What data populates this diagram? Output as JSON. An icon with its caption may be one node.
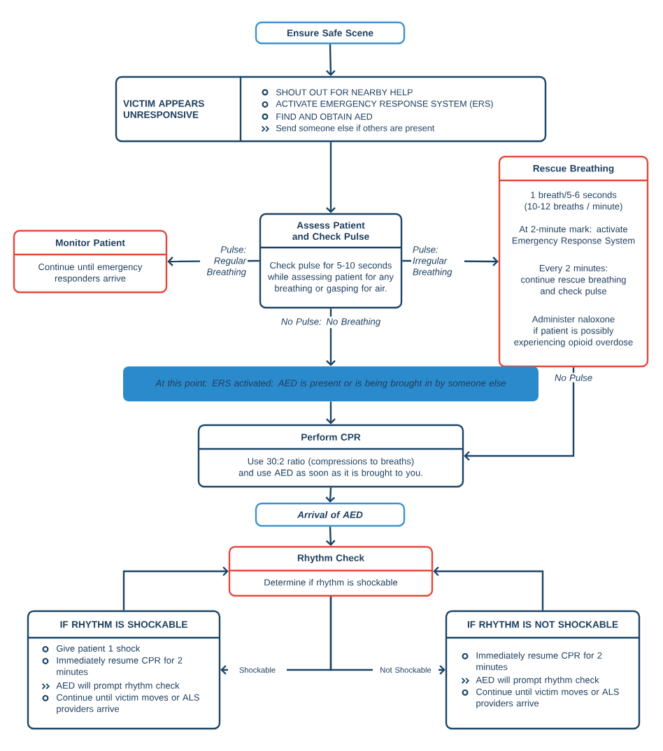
{
  "diagram": {
    "nodes": [
      {
        "text": [
          "Ensure Safe Scene"
        ]
      },
      {
        "text": [
          "VICTIM APPEARS UNRESPONSIVE",
          "SHOUT OUT FOR NEARBY HELP",
          "ACTIVATE EMERGENCY RESPONSE SYSTEM (ERS)",
          "FIND AND OBTAIN AED",
          "Send someone else if others are present"
        ]
      },
      {
        "text": [
          "Monitor Patient",
          "Continue until emergency responders arrive"
        ]
      },
      {
        "text": [
          "Assess Patient and Check Pulse",
          "Check pulse for 5-10 seconds while assessing patient for any breathing or gasping for air."
        ]
      },
      {
        "text": [
          "Rescue Breathing",
          "1 breath/5-6 seconds (10-12 breaths / minute)",
          "At 2-minute mark: activate Emergency Response System",
          "Every 2 minutes: continue rescue breathing and check pulse",
          "Administer naloxone if patient is possibly experiencing opioid overdose"
        ]
      },
      {
        "text": [
          "At this point: ERS activated: AED is present or is being brought in by someone else"
        ]
      },
      {
        "text": [
          "Perform CPR",
          "Use 30:2 ratio (compressions to breaths) and use AED as soon as it is brought to you."
        ]
      },
      {
        "text": [
          "Arrival of AED"
        ]
      },
      {
        "text": [
          "Rhythm Check",
          "Determine if rhythm is shockable"
        ]
      },
      {
        "text": [
          "IF RHYTHM IS SHOCKABLE",
          "Give patient 1 shock",
          "Immediately resume CPR for 2 minutes",
          "AED will prompt rhythm check",
          "Continue until victim moves or ALS providers arrive"
        ]
      },
      {
        "text": [
          "IF RHYTHM IS NOT SHOCKABLE",
          "Immediately resume CPR for 2 minutes",
          "AED will prompt rhythm check",
          "Continue until victim moves or ALS providers arrive"
        ]
      }
    ],
    "edges": [
      {
        "from": 0,
        "to": 1,
        "arrow": "to"
      },
      {
        "from": 1,
        "to": 3,
        "arrow": "to"
      },
      {
        "from": 3,
        "to": 2,
        "arrow": "to",
        "label": "Pulse: Regular Breathing"
      },
      {
        "from": 3,
        "to": 4,
        "arrow": "to",
        "label": "Pulse: Irregular Breathing"
      },
      {
        "from": 3,
        "to": 5,
        "arrow": "to",
        "label": "No Pulse: No Breathing"
      },
      {
        "from": 5,
        "to": 6,
        "arrow": "to"
      },
      {
        "from": 4,
        "to": 6,
        "arrow": "to",
        "label": "No Pulse"
      },
      {
        "from": 6,
        "to": 7,
        "arrow": "to"
      },
      {
        "from": 7,
        "to": 8,
        "arrow": "to"
      },
      {
        "from": 8,
        "to": 9,
        "arrow": "to",
        "label": "Shockable"
      },
      {
        "from": 8,
        "to": 10,
        "arrow": "to",
        "label": "Not Shockable"
      },
      {
        "from": 9,
        "to": 8,
        "arrow": "to"
      },
      {
        "from": 10,
        "to": 8,
        "arrow": "to"
      }
    ]
  }
}
